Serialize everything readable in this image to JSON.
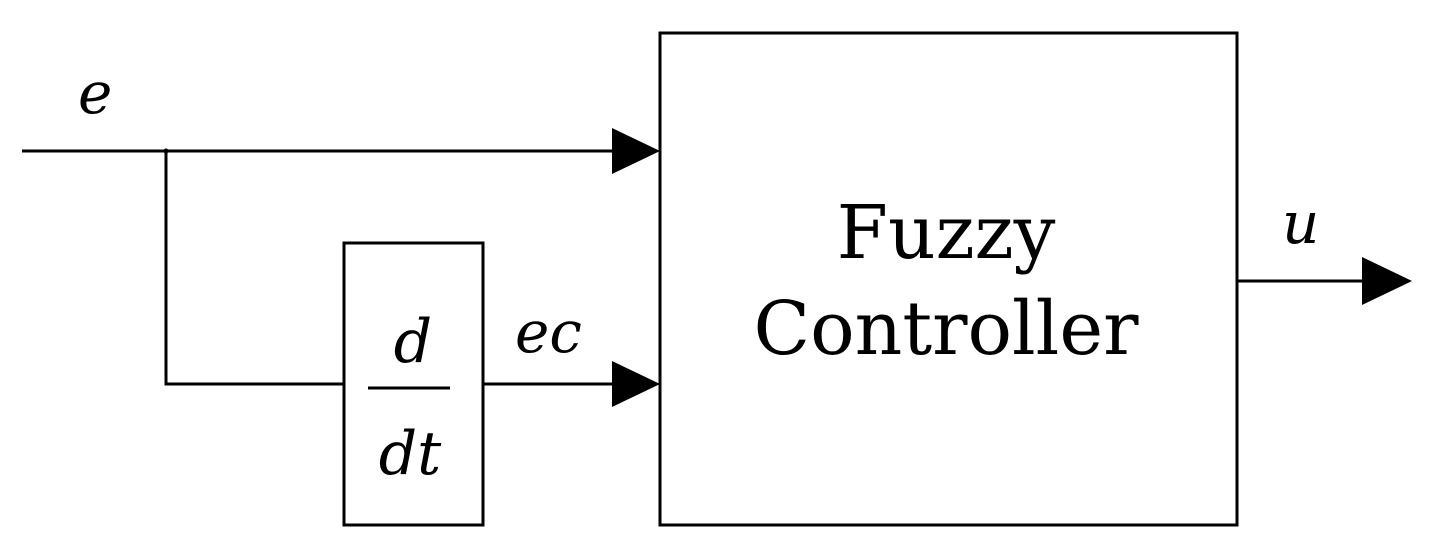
{
  "signals": {
    "input_label": "e",
    "derivative_output_label": "ec",
    "output_label": "u"
  },
  "derivative_block": {
    "numerator": "d",
    "denominator": "dt"
  },
  "controller_block": {
    "line1": "Fuzzy",
    "line2": "Controller"
  }
}
